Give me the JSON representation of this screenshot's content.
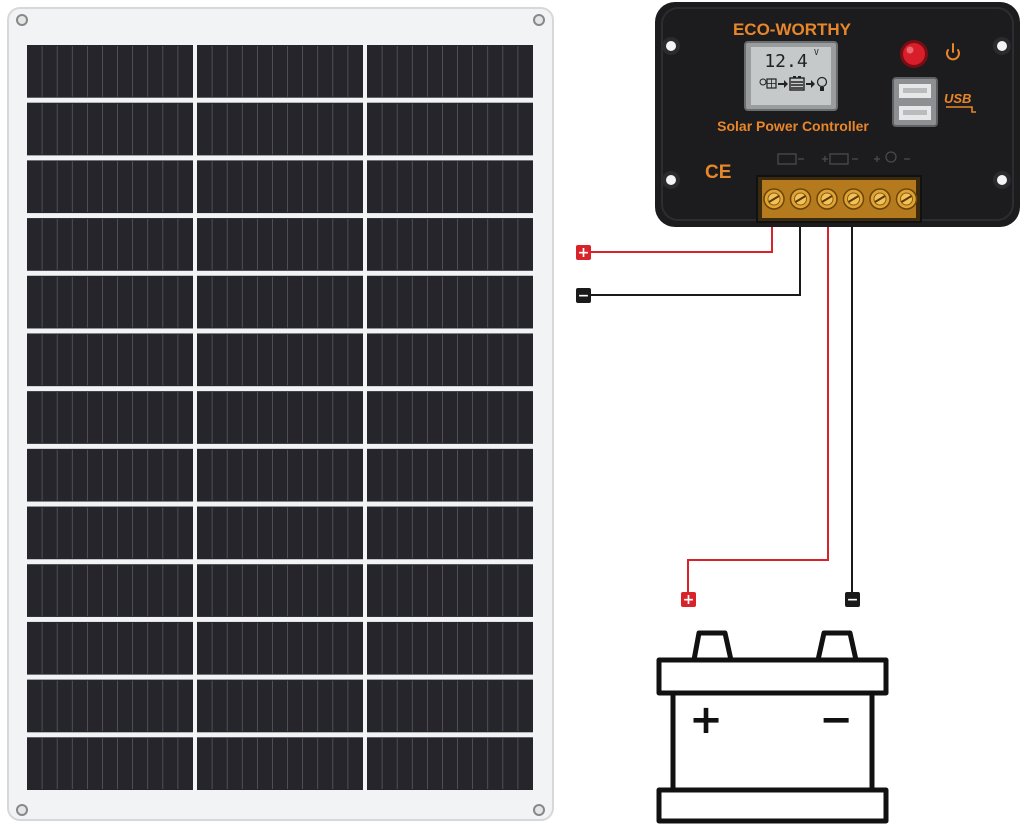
{
  "controller": {
    "brand": "ECO-WORTHY",
    "label": "Solar Power Controller",
    "ce_mark": "CE",
    "lcd_reading": "12.4",
    "lcd_unit": "V",
    "usb_label": "USB",
    "terminal_count": 6,
    "body_color": "#1c1c1e",
    "brand_color": "#e8862a",
    "power_button_color": "#d81e2a"
  },
  "solar_panel": {
    "columns": 3,
    "rows": 13,
    "cell_color": "#25252b",
    "backsheet_color": "#f2f3f4"
  },
  "wires": {
    "positive_color": "#d8232a",
    "negative_color": "#1a1a1a"
  },
  "markers": {
    "panel_positive": "+",
    "panel_negative": "−",
    "battery_positive": "+",
    "battery_negative": "−"
  },
  "battery": {
    "positive_symbol": "+",
    "negative_symbol": "−"
  }
}
